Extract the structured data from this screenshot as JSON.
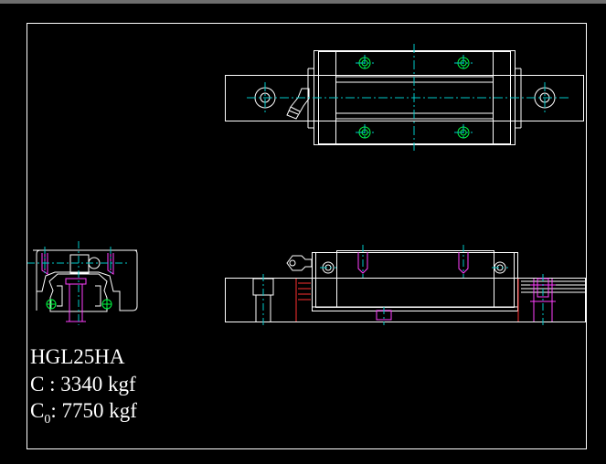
{
  "model": "HGL25HA",
  "dynamic_load": {
    "symbol": "C",
    "separator": " : ",
    "value": "3340 kgf"
  },
  "static_load": {
    "symbol": "C",
    "subscript": "0",
    "separator": ": ",
    "value": "7750 kgf"
  },
  "colors": {
    "outline": "#ffffff",
    "centerline": "#00c8c8",
    "hole": "#00ff40",
    "hidden": "#ff40ff",
    "red": "#ff3030",
    "background": "#000000",
    "frame_bar": "#6e6e6e"
  }
}
